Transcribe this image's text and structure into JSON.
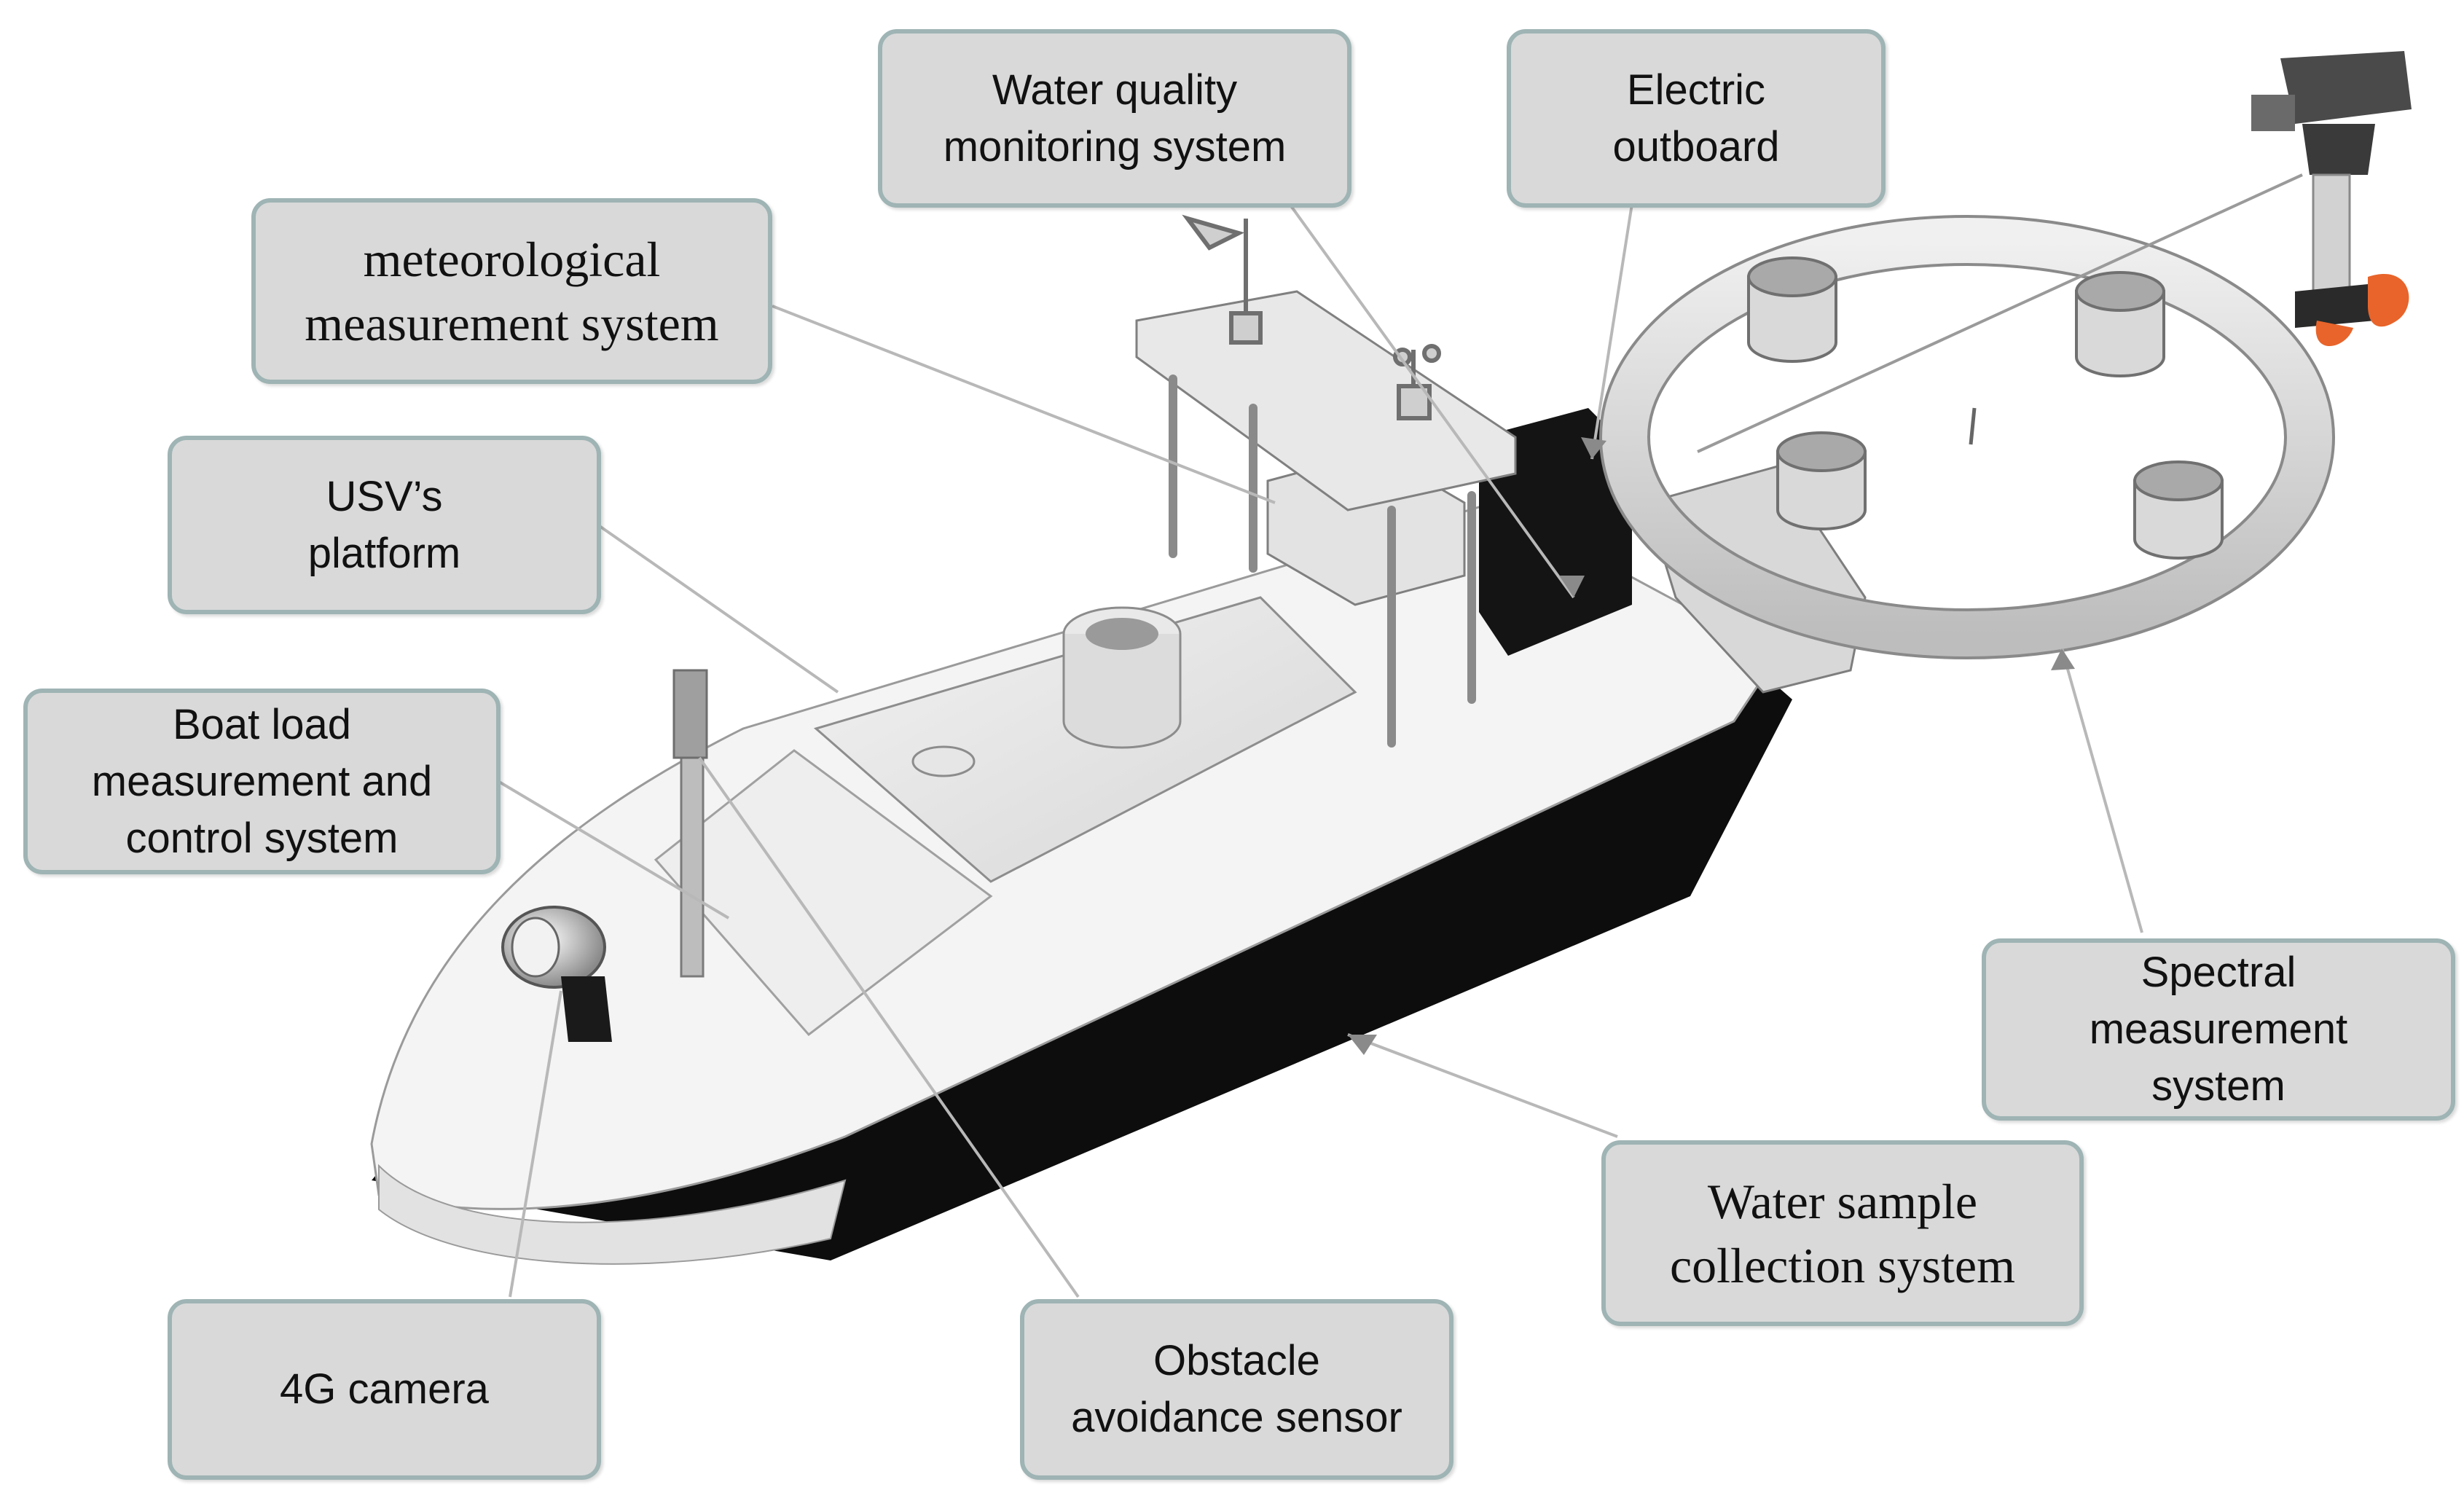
{
  "labels": {
    "water_quality": "Water quality\nmonitoring system",
    "electric_outboard": "Electric\noutboard",
    "meteorological": "meteorological\nmeasurement system",
    "usv_platform": "USV’s\nplatform",
    "boat_load": "Boat load\nmeasurement and\ncontrol system",
    "spectral": "Spectral\nmeasurement\nsystem",
    "water_sample": "Water sample\ncollection system",
    "camera": "4G camera",
    "obstacle": "Obstacle\navoidance sensor"
  },
  "colors": {
    "box_fill": "#d9d9d9",
    "box_border": "#9fb4b4",
    "hull_dark": "#0d0d0d",
    "deck_light": "#e6e6e6",
    "outboard_orange": "#e8642a",
    "leader_line": "#b8b8b8"
  }
}
